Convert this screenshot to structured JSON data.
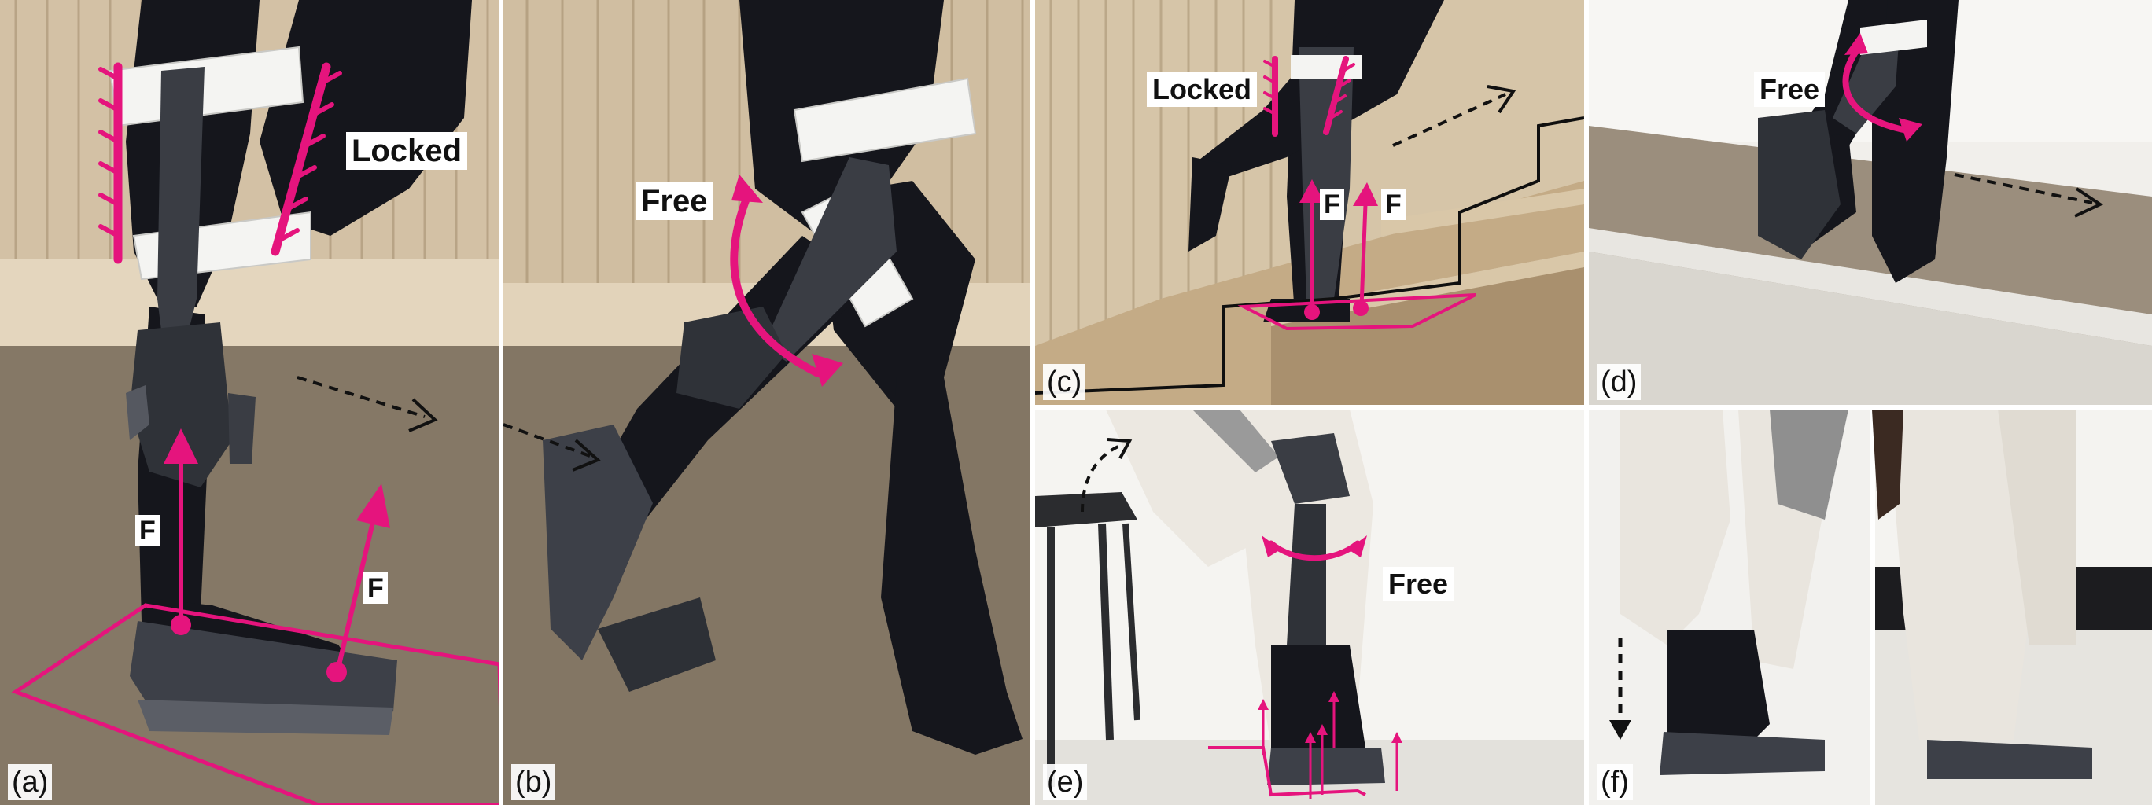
{
  "panels": {
    "a": {
      "label": "(a)",
      "annotation": "Locked",
      "force": "F"
    },
    "b": {
      "label": "(b)",
      "annotation": "Free"
    },
    "c": {
      "label": "(c)",
      "annotation": "Locked",
      "force": "F"
    },
    "d": {
      "label": "(d)",
      "annotation": "Free"
    },
    "e": {
      "label": "(e)",
      "annotation": "Free"
    },
    "f": {
      "label": "(f)"
    }
  },
  "colors": {
    "annotation": "#e5147d",
    "brace": "#111111",
    "frame_dark": "#0f0f0f",
    "stocking": "#15161c",
    "pants": "#ece8e1",
    "orthosis_shell": "#3a3d44"
  }
}
